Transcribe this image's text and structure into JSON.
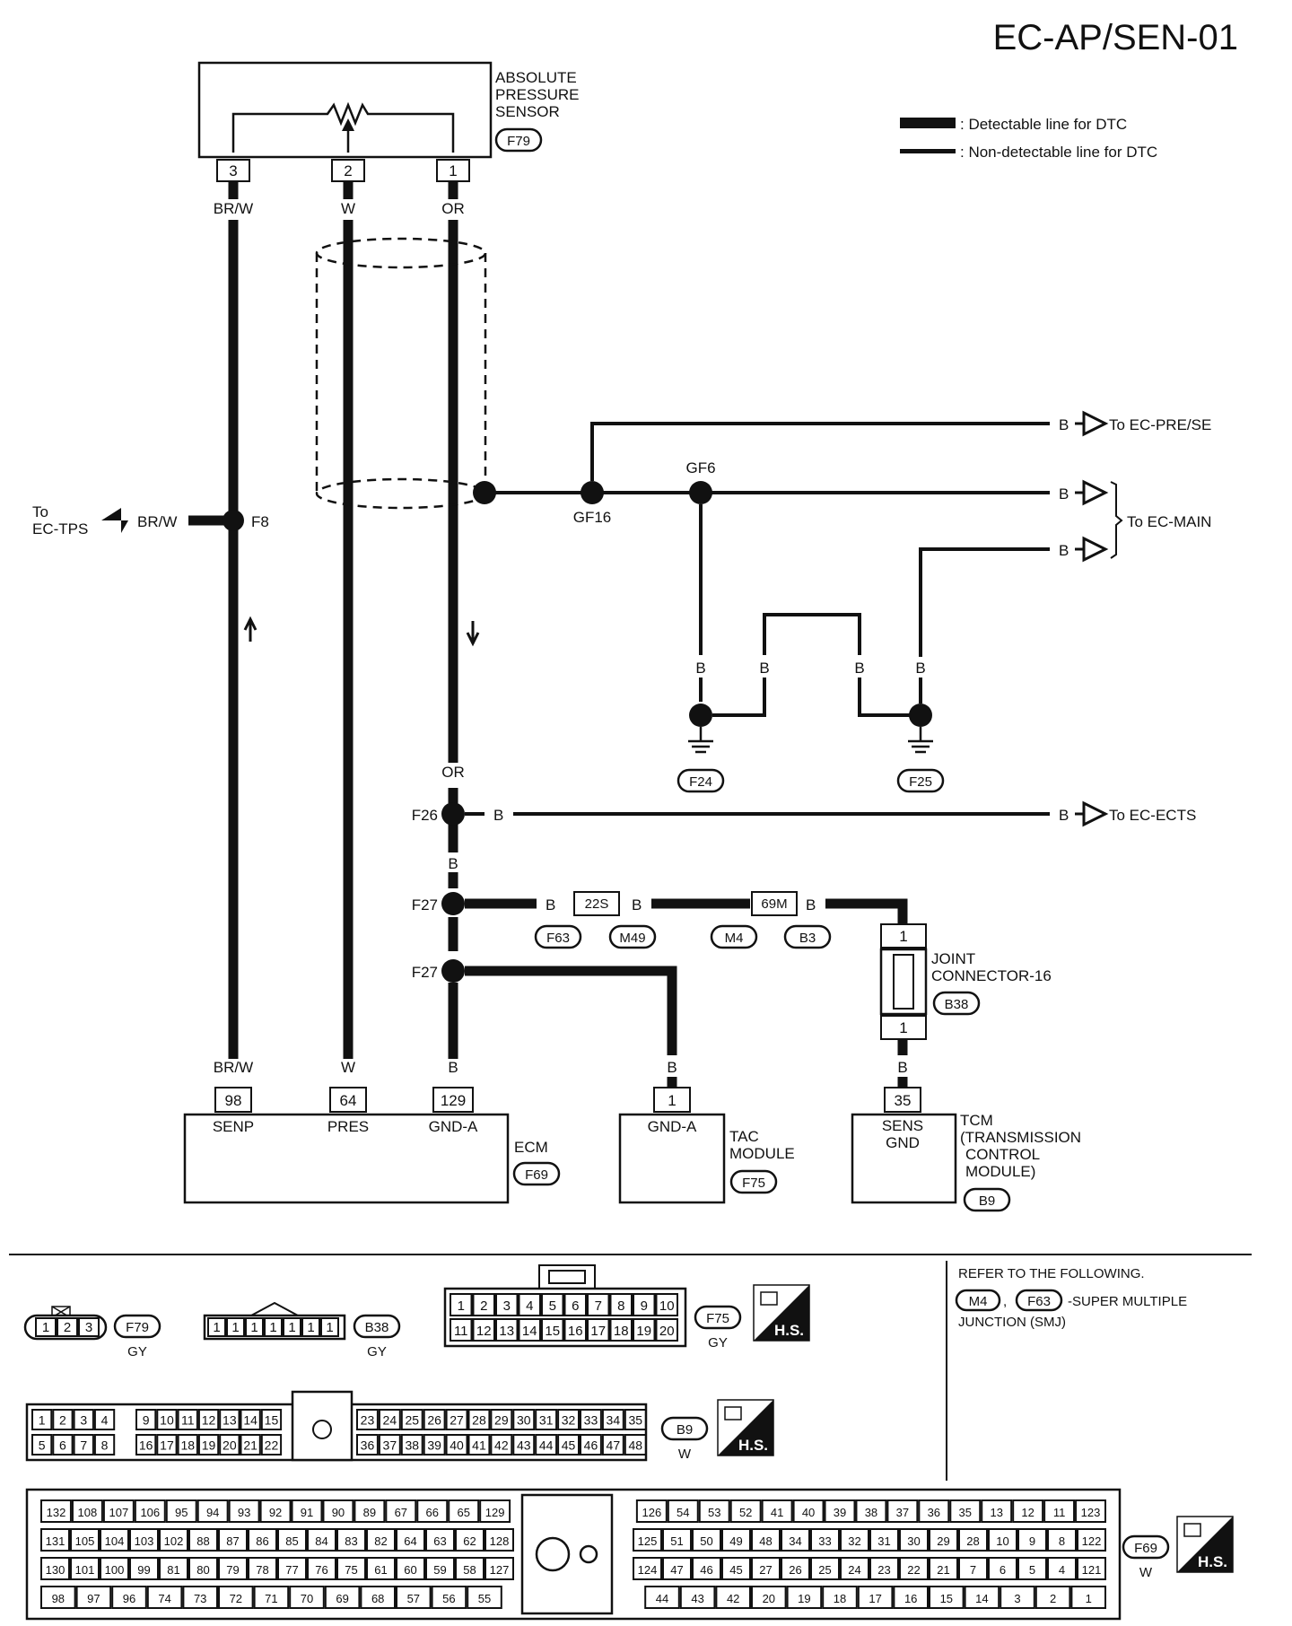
{
  "title": "EC-AP/SEN-01",
  "legend": {
    "detectable": ": Detectable line for DTC",
    "non_detectable": ": Non-detectable line for DTC"
  },
  "sensor": {
    "name_lines": [
      "ABSOLUTE",
      "PRESSURE",
      "SENSOR"
    ],
    "connector": "F79",
    "pins": [
      "3",
      "2",
      "1"
    ],
    "wire_colors": [
      "BR/W",
      "W",
      "OR"
    ]
  },
  "destinations": {
    "pre_se": "To EC-PRE/SE",
    "main": "To EC-MAIN",
    "ects": "To EC-ECTS",
    "tps_lines": [
      "To",
      "EC-TPS"
    ]
  },
  "junctions": {
    "f8": "F8",
    "gf16": "GF16",
    "gf6": "GF6",
    "f26": "F26",
    "f27a": "F27",
    "f27b": "F27"
  },
  "grounds": [
    "F24",
    "F25"
  ],
  "wire_labels": {
    "b": "B",
    "brw": "BR/W",
    "w": "W",
    "or": "OR"
  },
  "smj": {
    "c22s": "22S",
    "c69m": "69M",
    "tags": [
      "F63",
      "M49",
      "M4",
      "B3"
    ]
  },
  "joint": {
    "lines": [
      "JOINT",
      "CONNECTOR-16"
    ],
    "connector": "B38",
    "pins": [
      "1",
      "1"
    ]
  },
  "ecm": {
    "name": "ECM",
    "connector": "F69",
    "pins": [
      "98",
      "64",
      "129"
    ],
    "terms": [
      "SENP",
      "PRES",
      "GND-A"
    ]
  },
  "tac": {
    "lines": [
      "TAC",
      "MODULE"
    ],
    "connector": "F75",
    "pin": "1",
    "term": "GND-A"
  },
  "tcm": {
    "lines": [
      "TCM",
      "(TRANSMISSION",
      "CONTROL",
      "MODULE)"
    ],
    "connector": "B9",
    "pin": "35",
    "term_lines": [
      "SENS",
      "GND"
    ]
  },
  "connectors_section": {
    "f79": {
      "pins": [
        "1",
        "2",
        "3"
      ],
      "tag": "F79",
      "color": "GY"
    },
    "b38": {
      "pins": [
        "1",
        "1",
        "1",
        "1",
        "1",
        "1",
        "1"
      ],
      "tag": "B38",
      "color": "GY"
    },
    "f75": {
      "row1": [
        "1",
        "2",
        "3",
        "4",
        "5",
        "6",
        "7",
        "8",
        "9",
        "10"
      ],
      "row2": [
        "11",
        "12",
        "13",
        "14",
        "15",
        "16",
        "17",
        "18",
        "19",
        "20"
      ],
      "tag": "F75",
      "color": "GY"
    },
    "b9": {
      "row1_left": [
        "1",
        "2",
        "3",
        "4",
        "9",
        "10",
        "11",
        "12",
        "13",
        "14",
        "15"
      ],
      "row1_right": [
        "23",
        "24",
        "25",
        "26",
        "27",
        "28",
        "29",
        "30",
        "31",
        "32",
        "33",
        "34",
        "35"
      ],
      "row2_left": [
        "5",
        "6",
        "7",
        "8",
        "16",
        "17",
        "18",
        "19",
        "20",
        "21",
        "22"
      ],
      "row2_right": [
        "36",
        "37",
        "38",
        "39",
        "40",
        "41",
        "42",
        "43",
        "44",
        "45",
        "46",
        "47",
        "48"
      ],
      "tag": "B9",
      "color": "W"
    },
    "f69": {
      "rows": [
        [
          "132",
          "108",
          "107",
          "106",
          "95",
          "94",
          "93",
          "92",
          "91",
          "90",
          "89",
          "67",
          "66",
          "65",
          "129",
          "126",
          "54",
          "53",
          "52",
          "41",
          "40",
          "39",
          "38",
          "37",
          "36",
          "35",
          "13",
          "12",
          "11",
          "123"
        ],
        [
          "131",
          "105",
          "104",
          "103",
          "102",
          "88",
          "87",
          "86",
          "85",
          "84",
          "83",
          "82",
          "64",
          "63",
          "62",
          "128",
          "125",
          "51",
          "50",
          "49",
          "48",
          "34",
          "33",
          "32",
          "31",
          "30",
          "29",
          "28",
          "10",
          "9",
          "8",
          "122"
        ],
        [
          "130",
          "101",
          "100",
          "99",
          "81",
          "80",
          "79",
          "78",
          "77",
          "76",
          "75",
          "61",
          "60",
          "59",
          "58",
          "127",
          "124",
          "47",
          "46",
          "45",
          "27",
          "26",
          "25",
          "24",
          "23",
          "22",
          "21",
          "7",
          "6",
          "5",
          "4",
          "121"
        ],
        [
          "98",
          "97",
          "96",
          "74",
          "73",
          "72",
          "71",
          "70",
          "69",
          "68",
          "57",
          "56",
          "55",
          "44",
          "43",
          "42",
          "20",
          "19",
          "18",
          "17",
          "16",
          "15",
          "14",
          "3",
          "2",
          "1"
        ]
      ],
      "tag": "F69",
      "color": "W"
    },
    "hs": "H.S.",
    "refer_lines": [
      "REFER TO THE FOLLOWING.",
      "-SUPER MULTIPLE",
      "JUNCTION (SMJ)"
    ],
    "refer_tags": [
      "M4",
      "F63"
    ]
  }
}
